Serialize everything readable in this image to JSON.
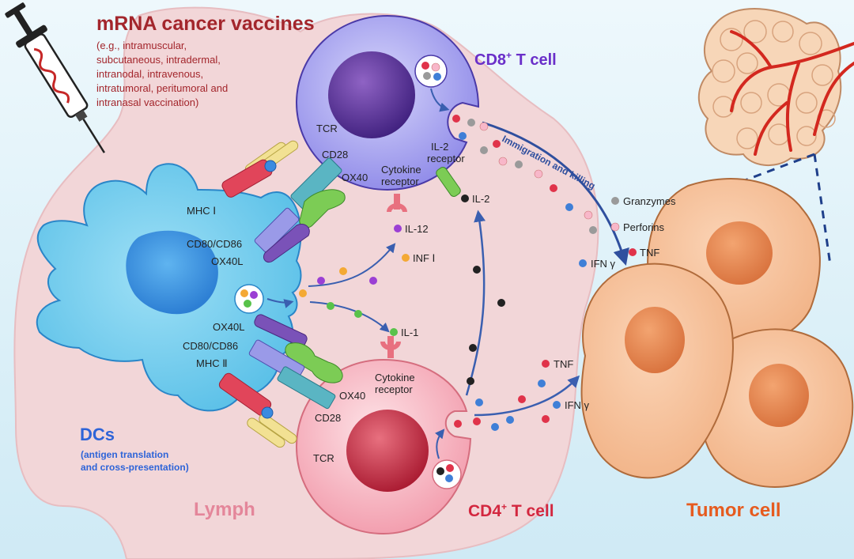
{
  "title": "mRNA cancer vaccines",
  "vaccination_routes": [
    "(e.g., intramuscular,",
    "subcutaneous, intradermal,",
    "intranodal, intravenous,",
    "intratumoral, peritumoral and",
    "intranasal vaccination)"
  ],
  "cells": {
    "dc_title": "DCs",
    "dc_sub": [
      "(antigen translation",
      "and cross-presentation)"
    ],
    "cd8_main": "CD8",
    "cd8_sup": "+",
    "cd8_tail": " T cell",
    "cd4_main": "CD4",
    "cd4_sup": "+",
    "cd4_tail": " T cell",
    "lymph": "Lymph",
    "tumor": "Tumor cell"
  },
  "receptors": {
    "tcr_top": "TCR",
    "cd28_top": "CD28",
    "ox40_top": "OX40",
    "mhc1": "MHC Ⅰ",
    "cd80_top": "CD80/CD86",
    "ox40l_top": "OX40L",
    "cytokine_receptor_top": [
      "Cytokine",
      "receptor"
    ],
    "il2_receptor": [
      "IL-2",
      "receptor"
    ],
    "ox40l_bottom": "OX40L",
    "cd80_bottom": "CD80/CD86",
    "mhc2": "MHC Ⅱ",
    "ox40_bottom": "OX40",
    "cd28_bottom": "CD28",
    "tcr_bottom": "TCR",
    "cytokine_receptor_bottom": [
      "Cytokine",
      "receptor"
    ]
  },
  "cytokines": {
    "il12": "IL-12",
    "inf1": "INF Ⅰ",
    "il1": "IL-1",
    "il2": "IL-2",
    "tnf_mid": "TNF",
    "ifn_mid": "IFN γ",
    "granzymes": "Granzymes",
    "perforins": "Perforins",
    "ifn_top": "IFN γ",
    "tnf_top": "TNF"
  },
  "path_label": "Immigration and killing",
  "colors": {
    "title_red": "#a3262c",
    "dc_blue": "#2e64d8",
    "cd8_purple": "#6a2fc9",
    "cd4_red": "#d3273f",
    "lymph_pink": "#e4869a",
    "tumor_orange": "#e65b1f",
    "arrow_blue": "#2f4f9e"
  },
  "icons": [
    "syringe-icon",
    "blood-vessel-icon"
  ]
}
